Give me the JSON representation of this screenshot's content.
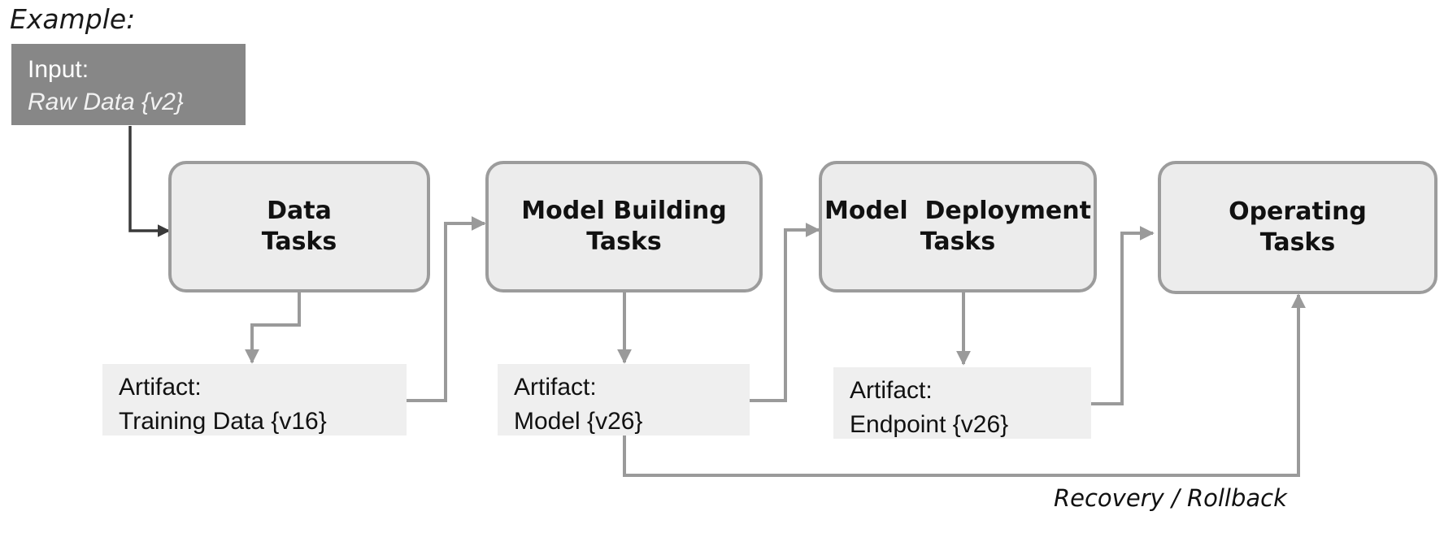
{
  "title": "Example:",
  "input": {
    "label": "Input:",
    "value": "Raw Data {v2}"
  },
  "tasks": [
    {
      "line1": "Data",
      "line2": "Tasks"
    },
    {
      "line1": "Model Building",
      "line2": "Tasks"
    },
    {
      "line1": "Model  Deployment",
      "line2": "Tasks"
    },
    {
      "line1": "Operating",
      "line2": "Tasks"
    }
  ],
  "artifacts": [
    {
      "label": "Artifact:",
      "value": "Training Data {v16}"
    },
    {
      "label": "Artifact:",
      "value": "Model {v26}"
    },
    {
      "label": "Artifact:",
      "value": "Endpoint {v26}"
    }
  ],
  "recovery_label": "Recovery / Rollback",
  "colors": {
    "task_fill": "#ececec",
    "task_border": "#9c9c9c",
    "input_fill": "#878787",
    "artifact_fill": "#efefef",
    "arrow": "#9a9a9a",
    "input_arrow": "#3a3a3a"
  }
}
